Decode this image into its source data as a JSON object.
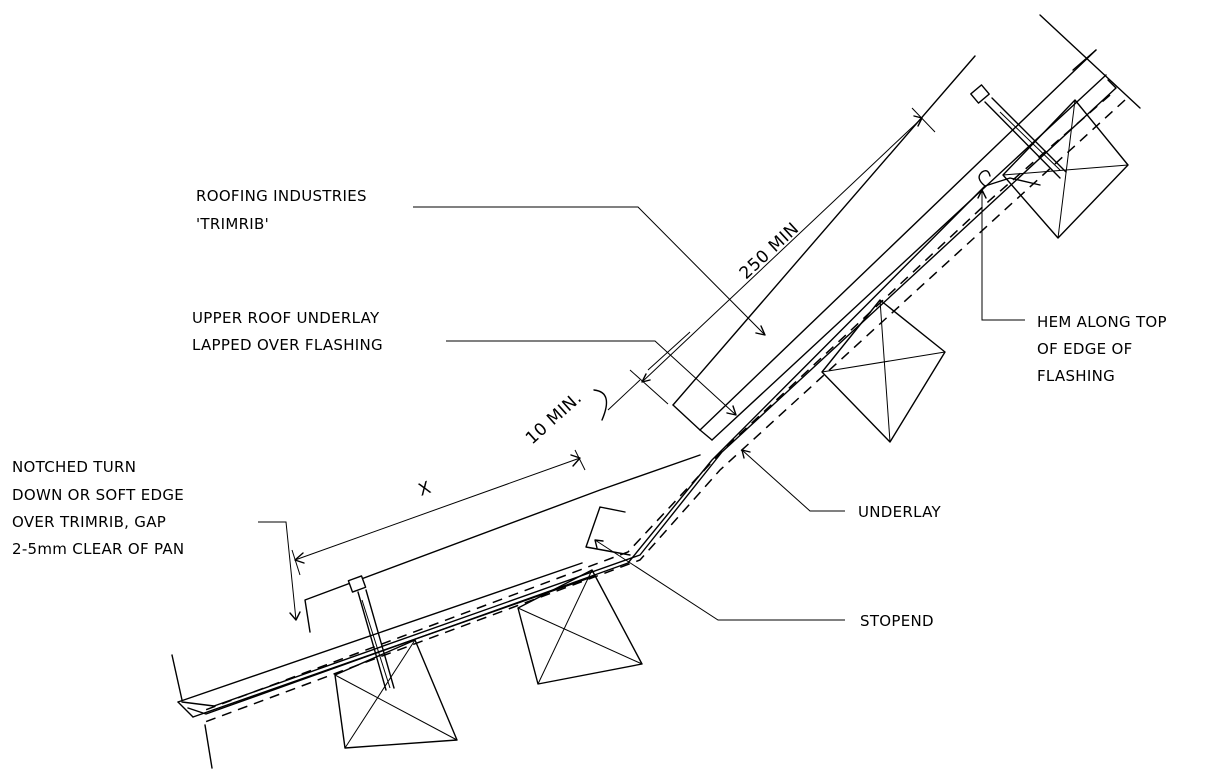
{
  "labels": {
    "roofing_1": "ROOFING INDUSTRIES",
    "roofing_2": "'TRIMRIB'",
    "upper_1": "UPPER ROOF UNDERLAY",
    "upper_2": "LAPPED OVER FLASHING",
    "hem_1": "HEM ALONG TOP",
    "hem_2": "OF EDGE OF",
    "hem_3": "FLASHING",
    "notched_1": "NOTCHED TURN",
    "notched_2": "DOWN OR SOFT EDGE",
    "notched_3": "OVER TRIMRIB, GAP",
    "notched_4": "2-5mm CLEAR OF PAN",
    "underlay": "UNDERLAY",
    "stopend": "STOPEND"
  },
  "dimensions": {
    "lap_250": "250 MIN",
    "min_10": "10 MIN.",
    "x": "X"
  }
}
